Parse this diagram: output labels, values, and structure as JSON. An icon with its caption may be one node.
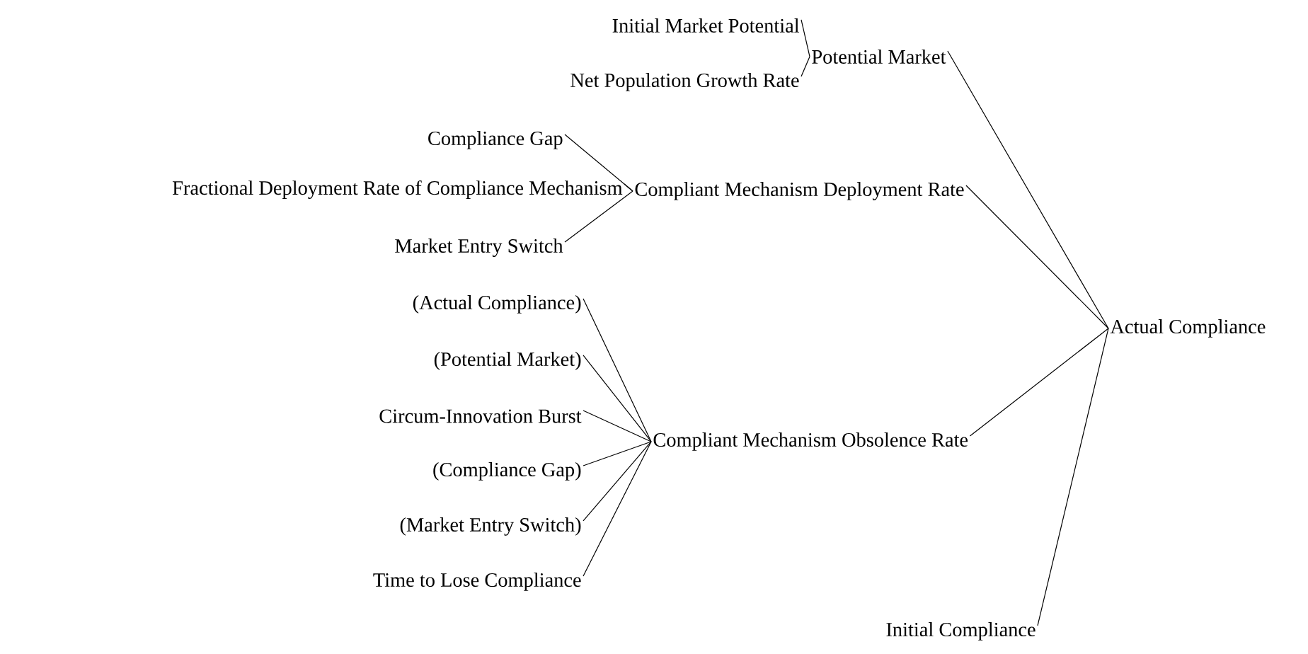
{
  "diagram": {
    "nodes": [
      {
        "text": [
          "Initial Market Potential"
        ]
      },
      {
        "text": [
          "Net Population Growth Rate"
        ]
      },
      {
        "text": [
          "Potential Market"
        ]
      },
      {
        "text": [
          "Compliance Gap"
        ]
      },
      {
        "text": [
          "Fractional Deployment Rate of Compliance Mechanism"
        ]
      },
      {
        "text": [
          "Market Entry Switch"
        ]
      },
      {
        "text": [
          "Compliant Mechanism Deployment Rate"
        ]
      },
      {
        "text": [
          "(Actual Compliance)"
        ]
      },
      {
        "text": [
          "(Potential Market)"
        ]
      },
      {
        "text": [
          "Circum-Innovation Burst"
        ]
      },
      {
        "text": [
          "(Compliance Gap)"
        ]
      },
      {
        "text": [
          "(Market Entry Switch)"
        ]
      },
      {
        "text": [
          "Time to Lose Compliance"
        ]
      },
      {
        "text": [
          "Compliant Mechanism Obsolence Rate"
        ]
      },
      {
        "text": [
          "Initial Compliance"
        ]
      },
      {
        "text": [
          "Actual Compliance"
        ]
      }
    ],
    "edges": [
      {
        "from": 0,
        "to": 2,
        "arrow": "none"
      },
      {
        "from": 1,
        "to": 2,
        "arrow": "none"
      },
      {
        "from": 3,
        "to": 6,
        "arrow": "none"
      },
      {
        "from": 4,
        "to": 6,
        "arrow": "none"
      },
      {
        "from": 5,
        "to": 6,
        "arrow": "none"
      },
      {
        "from": 7,
        "to": 13,
        "arrow": "none"
      },
      {
        "from": 8,
        "to": 13,
        "arrow": "none"
      },
      {
        "from": 9,
        "to": 13,
        "arrow": "none"
      },
      {
        "from": 10,
        "to": 13,
        "arrow": "none"
      },
      {
        "from": 11,
        "to": 13,
        "arrow": "none"
      },
      {
        "from": 12,
        "to": 13,
        "arrow": "none"
      },
      {
        "from": 2,
        "to": 15,
        "arrow": "none"
      },
      {
        "from": 6,
        "to": 15,
        "arrow": "none"
      },
      {
        "from": 13,
        "to": 15,
        "arrow": "none"
      },
      {
        "from": 14,
        "to": 15,
        "arrow": "none"
      }
    ]
  }
}
